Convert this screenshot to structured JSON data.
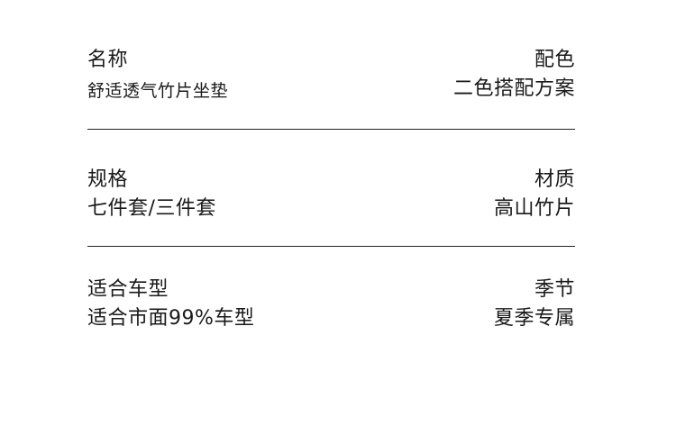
{
  "specs": [
    {
      "left": {
        "label": "名称",
        "value": "舒适透气竹片坐垫"
      },
      "right": {
        "label": "配色",
        "value": "二色搭配方案"
      }
    },
    {
      "left": {
        "label": "规格",
        "value": "七件套/三件套"
      },
      "right": {
        "label": "材质",
        "value": "高山竹片"
      }
    },
    {
      "left": {
        "label": "适合车型",
        "value": "适合市面99%车型"
      },
      "right": {
        "label": "季节",
        "value": "夏季专属"
      }
    }
  ]
}
